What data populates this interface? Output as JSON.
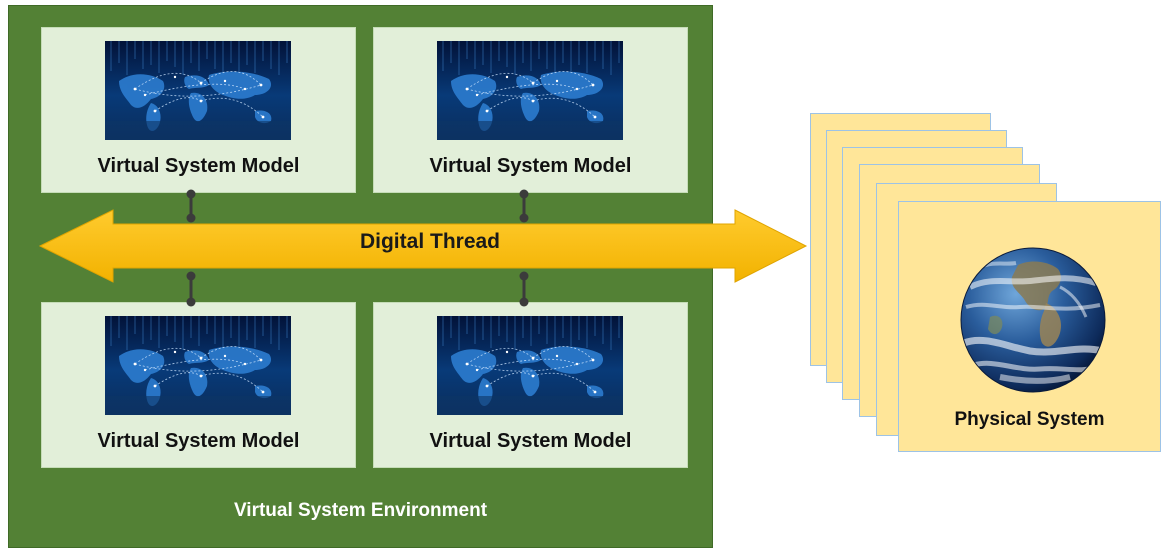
{
  "environment": {
    "label": "Virtual System Environment",
    "color": "#538135"
  },
  "models": [
    {
      "label": "Virtual System Model"
    },
    {
      "label": "Virtual System Model"
    },
    {
      "label": "Virtual System Model"
    },
    {
      "label": "Virtual System Model"
    }
  ],
  "thread": {
    "label": "Digital Thread",
    "color": "#ffc000"
  },
  "physical": {
    "label": "Physical System",
    "card_color": "#ffe699",
    "icon": "earth-globe-icon"
  },
  "model_icon": "world-network-map-icon"
}
